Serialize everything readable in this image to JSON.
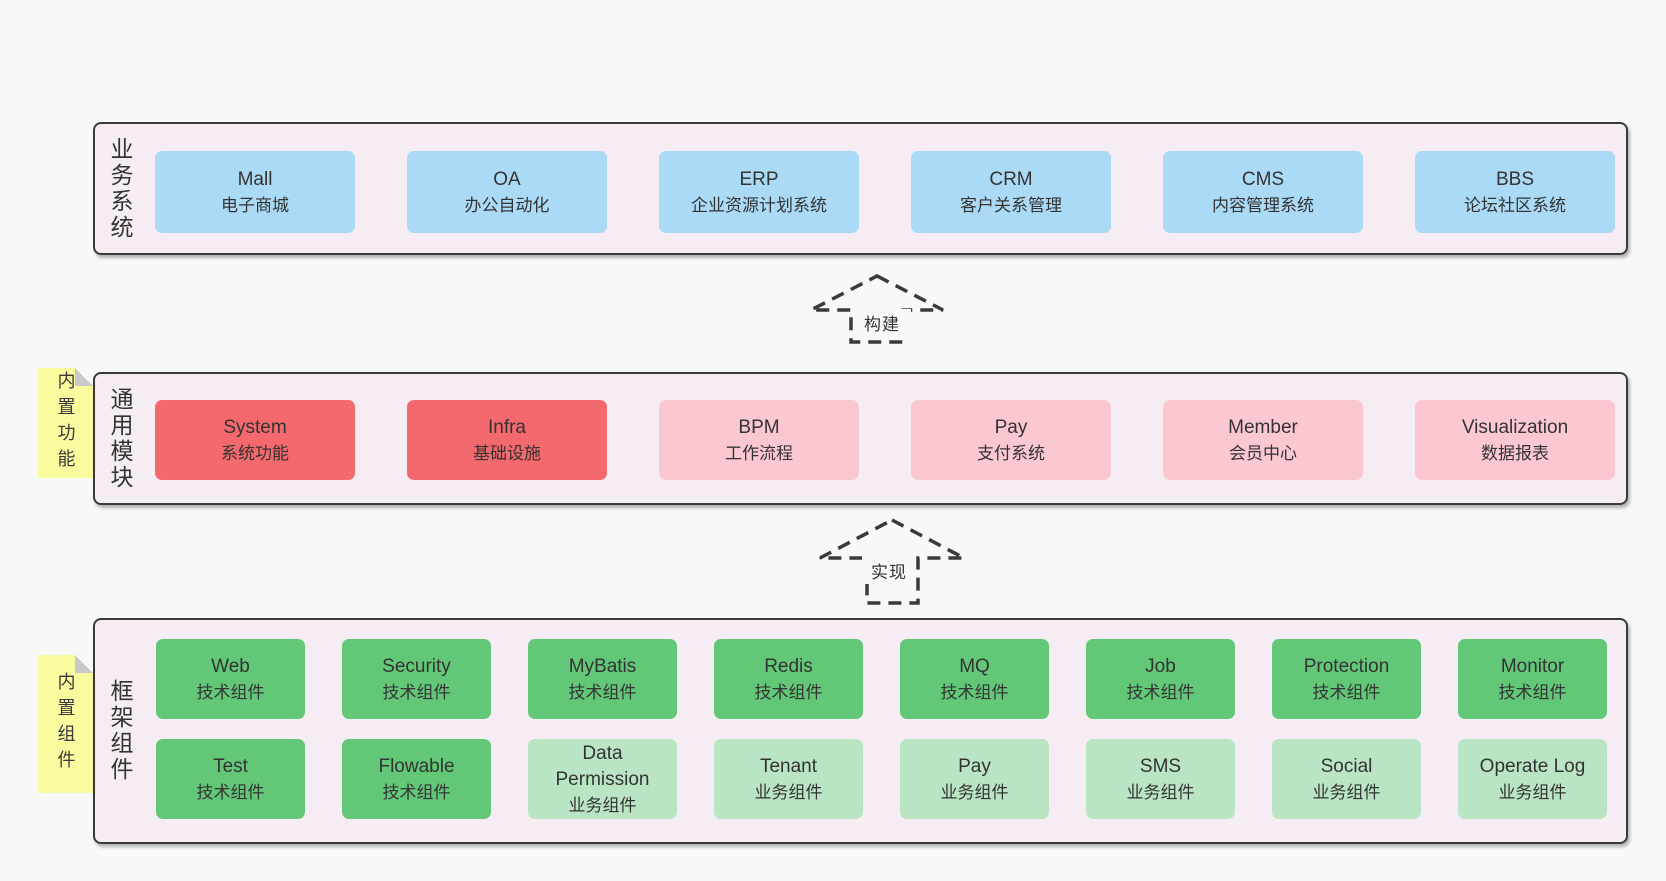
{
  "colors": {
    "page_bg": "#f8f8f8",
    "panel_bg": "#f6edf4",
    "panel_border": "#3a3a3a",
    "blue": "#aadaf5",
    "red": "#f3696d",
    "pink": "#fbc8d2",
    "green": "#62c877",
    "light_green": "#bae5c4",
    "sticky_yellow": "#fafa9e",
    "fold_gray": "#c9c9c9",
    "text": "#333333"
  },
  "arrows": [
    {
      "label": "构建"
    },
    {
      "label": "实现"
    }
  ],
  "layers": [
    {
      "label": "业务系统",
      "items": [
        {
          "name": "Mall",
          "desc": "电子商城"
        },
        {
          "name": "OA",
          "desc": "办公自动化"
        },
        {
          "name": "ERP",
          "desc": "企业资源计划系统"
        },
        {
          "name": "CRM",
          "desc": "客户关系管理"
        },
        {
          "name": "CMS",
          "desc": "内容管理系统"
        },
        {
          "name": "BBS",
          "desc": "论坛社区系统"
        }
      ]
    },
    {
      "label": "通用模块",
      "sticky": "内置功能",
      "items": [
        {
          "name": "System",
          "desc": "系统功能"
        },
        {
          "name": "Infra",
          "desc": "基础设施"
        },
        {
          "name": "BPM",
          "desc": "工作流程"
        },
        {
          "name": "Pay",
          "desc": "支付系统"
        },
        {
          "name": "Member",
          "desc": "会员中心"
        },
        {
          "name": "Visualization",
          "desc": "数据报表"
        }
      ]
    },
    {
      "label": "框架组件",
      "sticky": "内置组件",
      "rows": [
        [
          {
            "name": "Web",
            "desc": "技术组件"
          },
          {
            "name": "Security",
            "desc": "技术组件"
          },
          {
            "name": "MyBatis",
            "desc": "技术组件"
          },
          {
            "name": "Redis",
            "desc": "技术组件"
          },
          {
            "name": "MQ",
            "desc": "技术组件"
          },
          {
            "name": "Job",
            "desc": "技术组件"
          },
          {
            "name": "Protection",
            "desc": "技术组件"
          },
          {
            "name": "Monitor",
            "desc": "技术组件"
          }
        ],
        [
          {
            "name": "Test",
            "desc": "技术组件"
          },
          {
            "name": "Flowable",
            "desc": "技术组件"
          },
          {
            "name": "Data Permission",
            "desc": "业务组件"
          },
          {
            "name": "Tenant",
            "desc": "业务组件"
          },
          {
            "name": "Pay",
            "desc": "业务组件"
          },
          {
            "name": "SMS",
            "desc": "业务组件"
          },
          {
            "name": "Social",
            "desc": "业务组件"
          },
          {
            "name": "Operate Log",
            "desc": "业务组件"
          }
        ]
      ]
    }
  ]
}
